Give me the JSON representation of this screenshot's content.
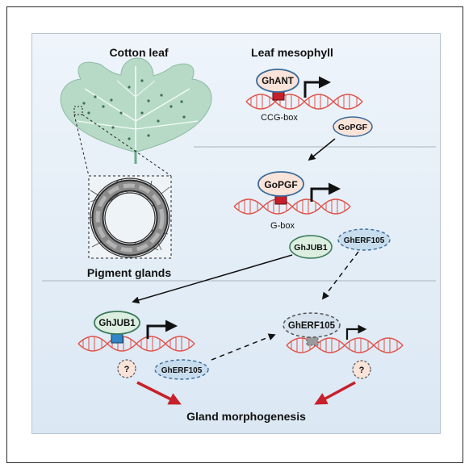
{
  "labels": {
    "cotton_leaf": "Cotton leaf",
    "leaf_mesophyll": "Leaf mesophyll",
    "pigment_glands": "Pigment glands",
    "gland_morphogenesis": "Gland morphogenesis",
    "ccg_box": "CCG-box",
    "g_box": "G-box"
  },
  "proteins": {
    "ghant": "GhANT",
    "gopgf_small": "GoPGF",
    "gopgf_bound": "GoPGF",
    "ghjub1_small": "GhJUB1",
    "gherf105_dashed_top": "GhERF105",
    "ghjub1_bound": "GhJUB1",
    "gherf105_bound": "GhERF105",
    "gherf105_dashed_bottom": "GhERF105",
    "unknown_left": "?",
    "unknown_right": "?"
  },
  "colors": {
    "dna_red": "#e0524a",
    "protein_fill": "#fae3d8",
    "protein_stroke": "#3a6b9c",
    "ghjub1_fill": "#dbeee0",
    "ghjub1_stroke": "#3c7a5a",
    "dashed_fill": "#c7dcec",
    "site_red": "#c61e2a",
    "site_blue": "#2f86c8",
    "site_gray": "#9a9a9a",
    "red_arrow": "#c8202a",
    "leaf_green": "#b9dcc9"
  }
}
